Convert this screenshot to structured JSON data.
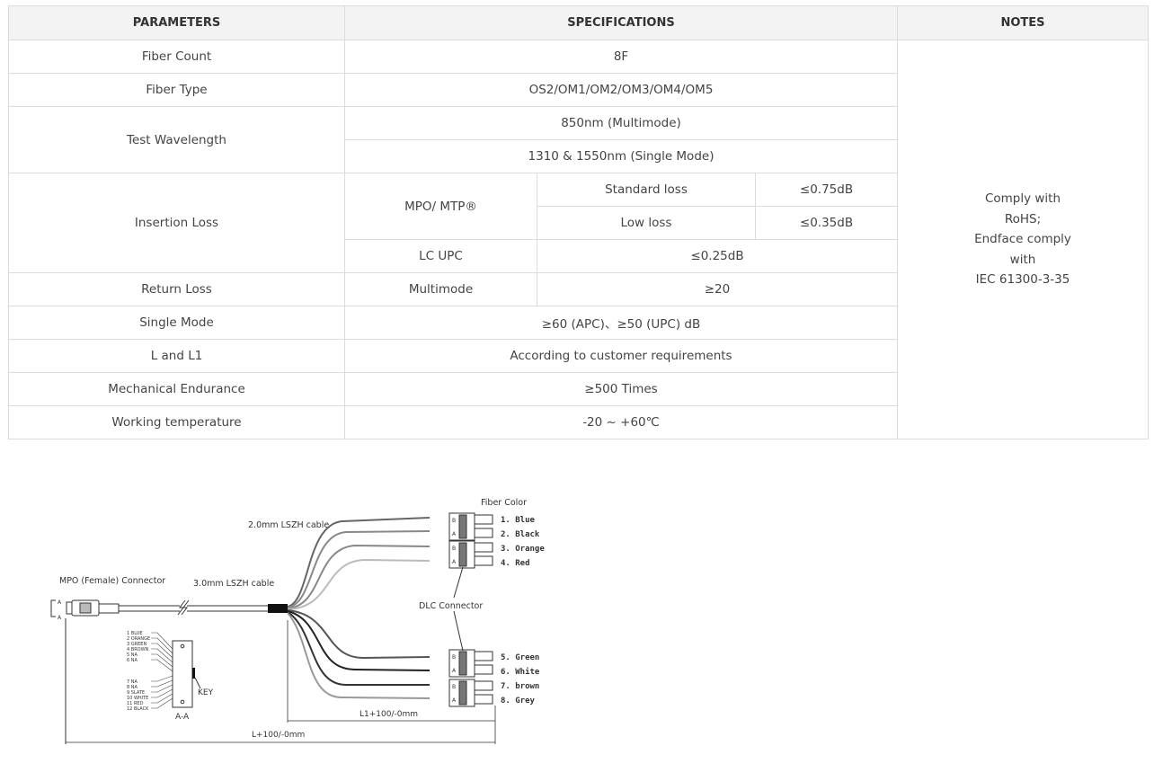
{
  "table": {
    "headers": [
      "PARAMETERS",
      "SPECIFICATIONS",
      "NOTES"
    ],
    "rows": {
      "fiber_count": {
        "param": "Fiber Count",
        "value": "8F"
      },
      "fiber_type": {
        "param": "Fiber Type",
        "value": "OS2/OM1/OM2/OM3/OM4/OM5"
      },
      "test_wavelength": {
        "param": "Test Wavelength",
        "values": [
          "850nm  (Multimode)",
          "1310 & 1550nm  (Single Mode)"
        ]
      },
      "insertion_loss": {
        "param": "Insertion Loss",
        "mpo_label": "MPO/ MTP®",
        "standard_label": "Standard loss",
        "standard_value": "≤0.75dB",
        "low_label": "Low loss",
        "low_value": "≤0.35dB",
        "lc_label": "LC UPC",
        "lc_value": "≤0.25dB"
      },
      "return_loss": {
        "param": "Return Loss",
        "sub_label": "Multimode",
        "value": "≥20"
      },
      "single_mode": {
        "param": "Single Mode",
        "value": "≥60 (APC)、≥50 (UPC) dB"
      },
      "l_and_l1": {
        "param": "L and L1",
        "value": "According to customer requirements"
      },
      "mech_endurance": {
        "param": "Mechanical Endurance",
        "value": "≥500 Times"
      },
      "working_temp": {
        "param": "Working temperature",
        "value": "-20 ~ +60℃"
      }
    },
    "notes": [
      "Comply with",
      "RoHS;",
      "Endface comply",
      "with",
      "IEC 61300-3-35"
    ]
  },
  "diagram": {
    "mpo_label": "MPO (Female) Connector",
    "cable_3mm": "3.0mm LSZH cable",
    "cable_2mm": "2.0mm LSZH cable",
    "fiber_color_title": "Fiber Color",
    "dlc_label": "DLC Connector",
    "key_label": "KEY",
    "aa_label": "A-A",
    "section_mark": "A",
    "l1_dim": "L1+100/-0mm",
    "l_dim": "L+100/-0mm",
    "pinout": [
      "1 BLUE",
      "2 ORANGE",
      "3 GREEN",
      "4 BROWN",
      "5 NA",
      "6 NA",
      "7 NA",
      "8 NA",
      "9 SLATE",
      "10 WHITE",
      "11 RED",
      "12 BLACK"
    ],
    "fibers": [
      "1. Blue",
      "2. Black",
      "3. Orange",
      "4. Red",
      "5. Green",
      "6. White",
      "7. brown",
      "8. Grey"
    ],
    "port_b": "B",
    "port_a": "A"
  }
}
